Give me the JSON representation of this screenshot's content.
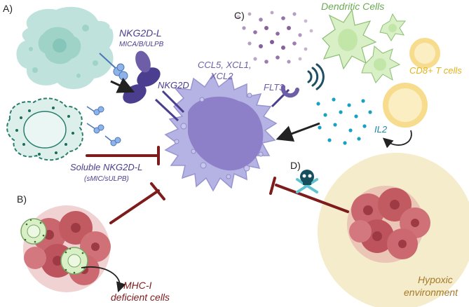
{
  "panels": {
    "a": "A)",
    "b": "B)",
    "c": "C)",
    "d": "D)"
  },
  "labels": {
    "nkg2dl_title": "NKG2D-L",
    "nkg2dl_sub": "MICA/B/ULPB",
    "nkg2d": "NKG2D",
    "soluble_title": "Soluble NKG2D-L",
    "soluble_sub": "(sMIC/sULPB)",
    "chemokines_1": "CCL5, XCL1,",
    "chemokines_2": "XCL2",
    "flt3": "FLT3",
    "dendritic": "Dendritic Cells",
    "cd8": "CD8+ T cells",
    "il2": "IL2",
    "mhc_1": "MHC-I",
    "mhc_2": "deficient cells",
    "hypoxic_1": "Hypoxic",
    "hypoxic_2": "environment"
  },
  "colors": {
    "nk_cell": "#b5b2e4",
    "nk_nucleus": "#8d7fc8",
    "receptor": "#4b3e8e",
    "tumor_teal": "#bfe3dc",
    "dendritic": "#d9f0c6",
    "cd8": "#f6dc8c",
    "chemokine": "#7b4f93",
    "il2_dots": "#1aa0c0",
    "tumor_red": "#c9666e",
    "inhibition": "#7e1b1b",
    "hypoxic_bg": "#f4ecca"
  },
  "icons": [
    "skull-crossbones-icon",
    "signal-waves-icon"
  ]
}
